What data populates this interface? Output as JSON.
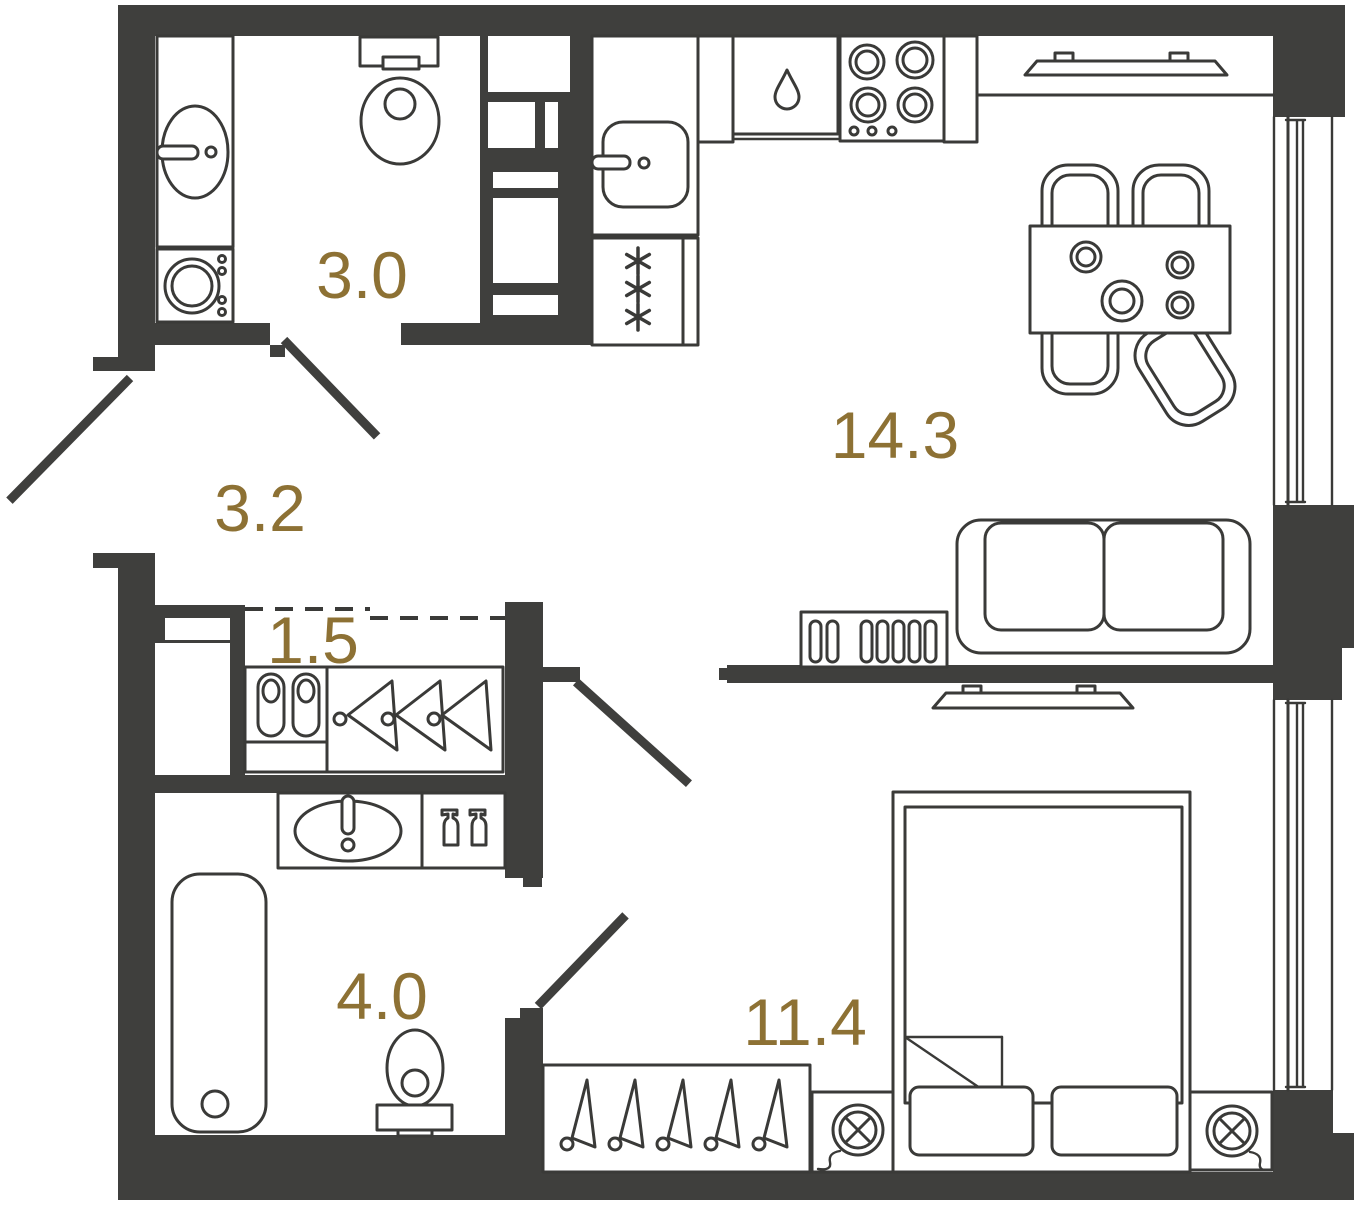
{
  "plan": {
    "title": "Apartment floor plan",
    "colors": {
      "wall": "#3f3f3d",
      "line": "#3a3a38",
      "label": "#8d7134",
      "background": "#ffffff"
    },
    "rooms": [
      {
        "name": "wc-laundry-room",
        "area": "3.0"
      },
      {
        "name": "hallway",
        "area": "3.2"
      },
      {
        "name": "closet",
        "area": "1.5"
      },
      {
        "name": "kitchen-living-room",
        "area": "14.3"
      },
      {
        "name": "bathroom",
        "area": "4.0"
      },
      {
        "name": "bedroom",
        "area": "11.4"
      }
    ],
    "icons": [
      "sink-icon",
      "washing-machine-icon",
      "toilet-icon",
      "kitchen-sink-icon",
      "dishwasher-icon",
      "stove-icon",
      "fridge-icon",
      "tv-icon",
      "dining-table-icon",
      "chair-icon",
      "sofa-icon",
      "radiator-icon",
      "slippers-icon",
      "hanger-icon",
      "bathtub-icon",
      "spray-bottle-icon",
      "bed-icon",
      "pillow-icon",
      "nightstand-icon",
      "lamp-icon",
      "window",
      "door-swing"
    ]
  }
}
